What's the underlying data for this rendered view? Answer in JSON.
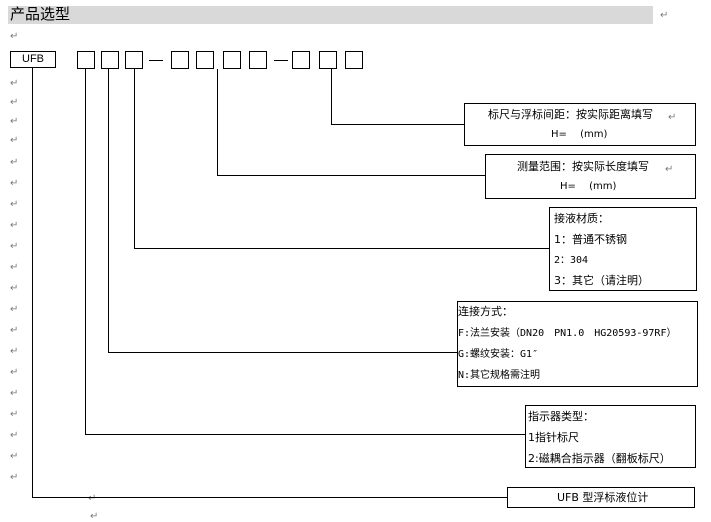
{
  "header": {
    "title": "产品选型"
  },
  "code": {
    "prefix": "UFB"
  },
  "paragraph_mark": "↵",
  "cells": [
    {
      "id": "interface",
      "rows": [
        "标尺与浮标间距：按实际距离填写",
        "H=　 (mm)"
      ]
    },
    {
      "id": "range",
      "rows": [
        "测量范围：按实际长度填写",
        "H=　 (mm)"
      ]
    },
    {
      "id": "material",
      "rows": [
        "接液材质：",
        "1：普通不锈钢",
        "2：304",
        "3：其它（请注明）"
      ]
    },
    {
      "id": "connection",
      "rows": [
        "连接方式：",
        "F:法兰安装（DN20　PN1.0　HG20593-97RF）",
        "G:螺纹安装：G1″",
        "N:其它规格需注明"
      ]
    },
    {
      "id": "indicator",
      "rows": [
        "指示器类型：",
        "1指针标尺",
        "2:磁耦合指示器（翻板标尺）"
      ]
    },
    {
      "id": "model",
      "rows": [
        "UFB 型浮标液位计"
      ]
    }
  ]
}
